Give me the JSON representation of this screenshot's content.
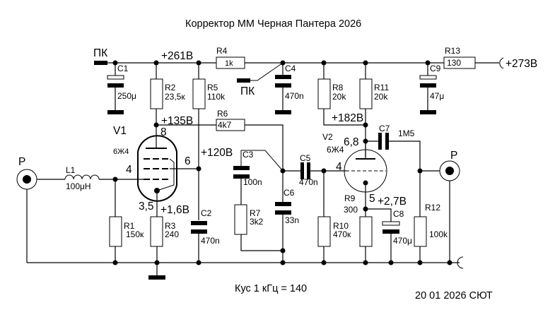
{
  "title": "Корректор ММ Черная Пантера 2026",
  "footer": {
    "gain": "Кус 1 кГц = 140",
    "date_author": "20 01 2026 СЮТ"
  },
  "supply": {
    "input_label": "+273В",
    "node_261": "+261В",
    "node_135": "+135В",
    "node_120": "+120В",
    "node_182": "+182В",
    "node_16": "+1,6В",
    "node_27": "+2,7В",
    "pk_label_1": "ПК",
    "pk_label_2": "ПК"
  },
  "connectors": {
    "input": "P",
    "output": "P"
  },
  "tubes": {
    "v1": {
      "ref": "V1",
      "type": "6Ж4",
      "pin_anode": "8",
      "pin_grid": "4",
      "pin_screen": "6",
      "pin_cathode": "3,5"
    },
    "v2": {
      "ref": "V2",
      "type": "6Ж4",
      "pin_anode": "6,8",
      "pin_grid": "4",
      "pin_cathode": "5"
    }
  },
  "components": {
    "L1": {
      "ref": "L1",
      "value": "100μH"
    },
    "C1": {
      "ref": "C1",
      "value": "250μ"
    },
    "C2": {
      "ref": "C2",
      "value": "470n"
    },
    "C3": {
      "ref": "C3",
      "value": "100n"
    },
    "C4": {
      "ref": "C4",
      "value": "470n"
    },
    "C5": {
      "ref": "C5",
      "value": "470n"
    },
    "C6": {
      "ref": "C6",
      "value": "33n"
    },
    "C7": {
      "ref": "C7",
      "value": "1M5"
    },
    "C8": {
      "ref": "C8",
      "value": "470μ"
    },
    "C9": {
      "ref": "C9",
      "value": "47μ"
    },
    "R1": {
      "ref": "R1",
      "value": "150к"
    },
    "R2": {
      "ref": "R2",
      "value": "23,5к"
    },
    "R3": {
      "ref": "R3",
      "value": "240"
    },
    "R4": {
      "ref": "R4",
      "value": "1k"
    },
    "R5": {
      "ref": "R5",
      "value": "110k"
    },
    "R6": {
      "ref": "R6",
      "value": "4k7"
    },
    "R7": {
      "ref": "R7",
      "value": "3k2"
    },
    "R8": {
      "ref": "R8",
      "value": "20k"
    },
    "R9": {
      "ref": "R9",
      "value": "300"
    },
    "R10": {
      "ref": "R10",
      "value": "470к"
    },
    "R11": {
      "ref": "R11",
      "value": "20k"
    },
    "R12": {
      "ref": "R12",
      "value": "100k"
    },
    "R13": {
      "ref": "R13",
      "value": "130"
    }
  }
}
